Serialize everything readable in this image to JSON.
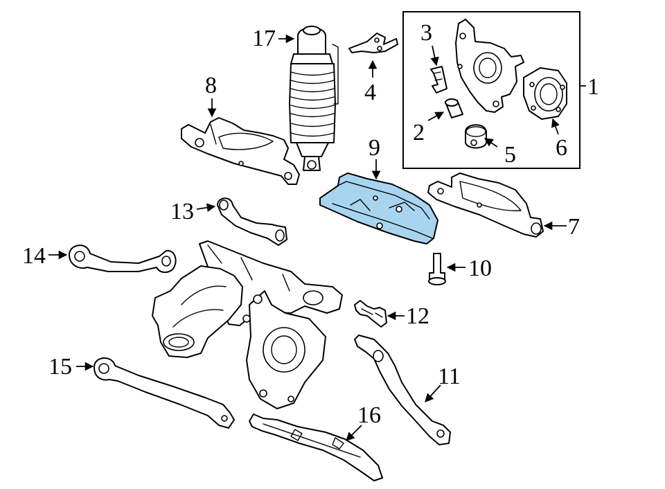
{
  "diagram": {
    "highlight_color": "#a8d4f0",
    "callouts": [
      {
        "id": "c1",
        "text": "1"
      },
      {
        "id": "c2",
        "text": "2"
      },
      {
        "id": "c3",
        "text": "3"
      },
      {
        "id": "c4",
        "text": "4"
      },
      {
        "id": "c5",
        "text": "5"
      },
      {
        "id": "c6",
        "text": "6"
      },
      {
        "id": "c7",
        "text": "7"
      },
      {
        "id": "c8",
        "text": "8"
      },
      {
        "id": "c9",
        "text": "9"
      },
      {
        "id": "c10",
        "text": "10"
      },
      {
        "id": "c11",
        "text": "11"
      },
      {
        "id": "c12",
        "text": "12"
      },
      {
        "id": "c13",
        "text": "13"
      },
      {
        "id": "c14",
        "text": "14"
      },
      {
        "id": "c15",
        "text": "15"
      },
      {
        "id": "c16",
        "text": "16"
      },
      {
        "id": "c17",
        "text": "17"
      }
    ]
  }
}
